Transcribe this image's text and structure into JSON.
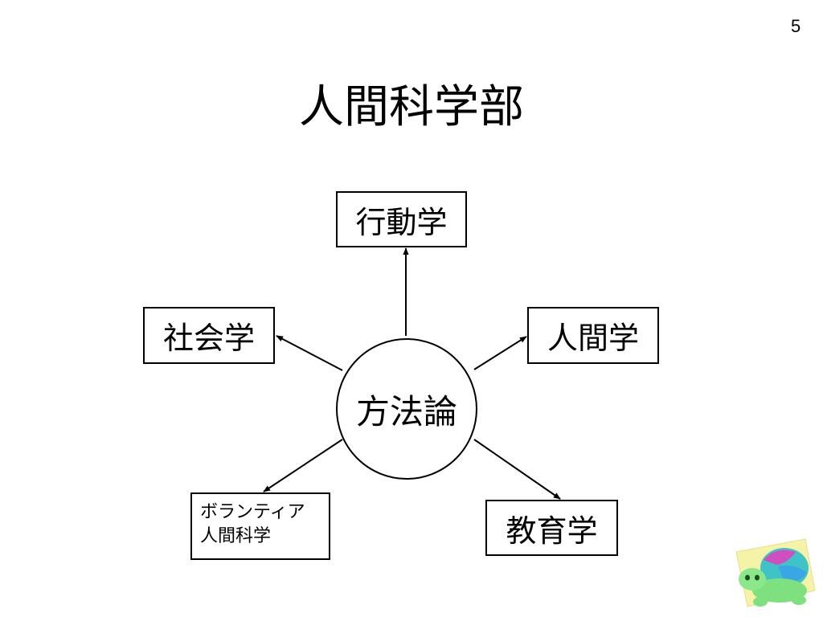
{
  "slide": {
    "page_number": "5",
    "title": "人間科学部"
  },
  "diagram": {
    "center": "方法論",
    "nodes": {
      "top": "行動学",
      "left": "社会学",
      "right": "人間学",
      "bottom_left_line1": "ボランティア",
      "bottom_left_line2": "人間科学",
      "bottom_right": "教育学"
    }
  }
}
